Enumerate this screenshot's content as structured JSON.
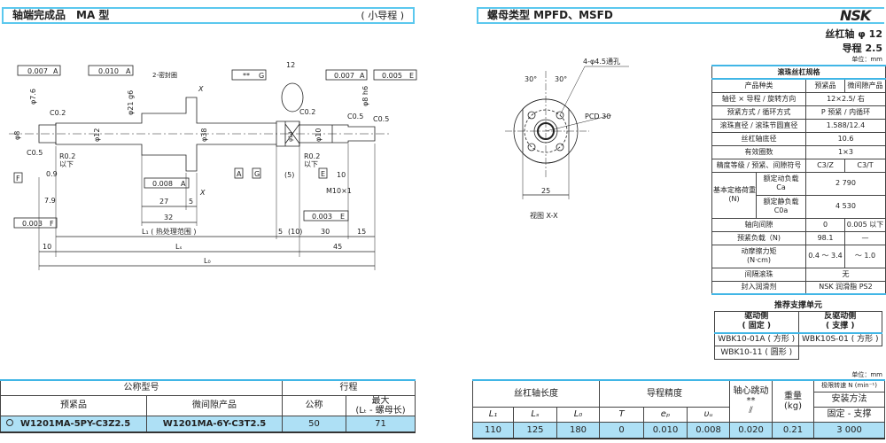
{
  "left_header": {
    "title": "轴端完成品　MA 型",
    "subtitle": "( 小导程 )"
  },
  "right_header": {
    "title": "螺母类型 MPFD、MSFD",
    "brand": "NSK",
    "shaft": "丝杠轴 φ 12",
    "lead": "导程 2.5",
    "unit": "单位：mm",
    "unit2": "单位：mm"
  },
  "drawing": {
    "gdt1": "0.007",
    "gdt1_ref": "A",
    "gdt2": "0.010",
    "gdt2_ref": "A",
    "seal": "2-密封圈",
    "gdt3": "**",
    "gdt3_ref": "G",
    "gdt4": "0.007",
    "gdt4_ref": "A",
    "gdt5": "0.005",
    "gdt5_ref": "E",
    "gdt6": "0.008",
    "gdt6_ref": "A",
    "gdt7": "0.003",
    "gdt7_ref": "F",
    "gdt8": "0.003",
    "gdt8_ref": "E",
    "d8": "φ8",
    "d7_6": "φ7.6",
    "d12": "φ12",
    "d21": "φ21 g6",
    "d38": "φ38",
    "d14": "φ14",
    "d10": "φ10",
    "d8h6": "φ8 h6",
    "w12": "12",
    "c02a": "C0.2",
    "c05a": "C0.5",
    "r02a": "R0.2",
    "under": "以下",
    "c02b": "C0.2",
    "r02b": "R0.2",
    "under2": "以下",
    "c05b": "C0.5",
    "c05c": "C0.5",
    "d09": "0.9",
    "d79": "7.9",
    "dim27": "27",
    "dim5": "5",
    "dim32": "32",
    "dimL1": "L₁ ( 热处理范围 )",
    "dimLs": "Lₛ",
    "dimLo": "L₀",
    "dim10": "10",
    "dim5b": "5",
    "dim10p": "(10)",
    "dim30": "30",
    "dim15": "15",
    "dim45": "45",
    "dim5p": "(5)",
    "dim10b": "10",
    "thread": "M10×1",
    "F": "F",
    "A": "A",
    "G": "G",
    "E": "E",
    "X1": "X",
    "X2": "X"
  },
  "nut_view": {
    "holes": "4-φ4.5通孔",
    "ang1": "30°",
    "ang2": "30°",
    "pcd": "PCD 30",
    "width": "25",
    "caption": "视图 X-X"
  },
  "spec_table": {
    "title": "滚珠丝杠规格",
    "rows": [
      {
        "label": "产品种类",
        "a": "预紧品",
        "b": "微间隙产品"
      },
      {
        "label": "轴径 × 导程 / 旋转方向",
        "v": "12×2.5/ 右"
      },
      {
        "label": "预紧方式 / 循环方式",
        "v": "P 预紧 / 内循环"
      },
      {
        "label": "滚珠直径 / 滚珠节圆直径",
        "v": "1.588/12.4"
      },
      {
        "label": "丝杠轴底径",
        "v": "10.6"
      },
      {
        "label": "有效圈数",
        "v": "1×3"
      },
      {
        "label": "精度等级 / 预紧、间隙符号",
        "a": "C3/Z",
        "b": "C3/T"
      }
    ],
    "basic_load": "基本定格荷重",
    "basic_unit": "(N)",
    "dyn_label": "额定动负载",
    "dyn_sym": "Ca",
    "dyn": "2 790",
    "stat_label": "额定静负载",
    "stat_sym": "C0a",
    "stat": "4 530",
    "axial": {
      "label": "轴向间隙",
      "a": "0",
      "b": "0.005 以下"
    },
    "preload": {
      "label": "预紧负载（N)",
      "a": "98.1",
      "b": "—"
    },
    "torque": {
      "label": "动摩擦力矩",
      "unit": "(N·cm)",
      "a": "0.4 ～ 3.4",
      "b": "～ 1.0"
    },
    "spacer": {
      "label": "间隔滚珠",
      "v": "无"
    },
    "grease": {
      "label": "封入润滑剂",
      "v": "NSK 润滑脂 PS2"
    }
  },
  "support": {
    "title": "推荐支撑单元",
    "drive": "驱动侧",
    "drive_sub": "( 固定 )",
    "anti": "反驱动侧",
    "anti_sub": "( 支撑 )",
    "r1a": "WBK10-01A ( 方形 )",
    "r1b": "WBK10S-01 ( 方形 )",
    "r2a": "WBK10-11 ( 圆形 )"
  },
  "bottom_left": {
    "model": "公称型号",
    "stroke": "行程",
    "nominal": "公称",
    "max": "最大",
    "max_sub": "(Lₜ - 螺母长)",
    "preload": "预紧品",
    "micro": "微间隙产品",
    "row": {
      "preload": "W1201MA-5PY-C3Z2.5",
      "micro": "W1201MA-6Y-C3T2.5",
      "nominal": "50",
      "max": "71"
    }
  },
  "bottom_right": {
    "length": "丝杠轴长度",
    "lead_acc": "导程精度",
    "runout": "轴心跳动",
    "runout_sub": "**",
    "weight": "重量",
    "weight_unit": "(kg)",
    "speed": "极限转速 N (min⁻¹)",
    "mount": "安装方法",
    "mount_v": "固定 - 支撑",
    "cols": [
      "L₁",
      "Lₛ",
      "L₀",
      "T",
      "eₚ",
      "υᵤ"
    ],
    "row": [
      "110",
      "125",
      "180",
      "0",
      "0.010",
      "0.008",
      "0.020",
      "0.21",
      "3 000"
    ]
  }
}
